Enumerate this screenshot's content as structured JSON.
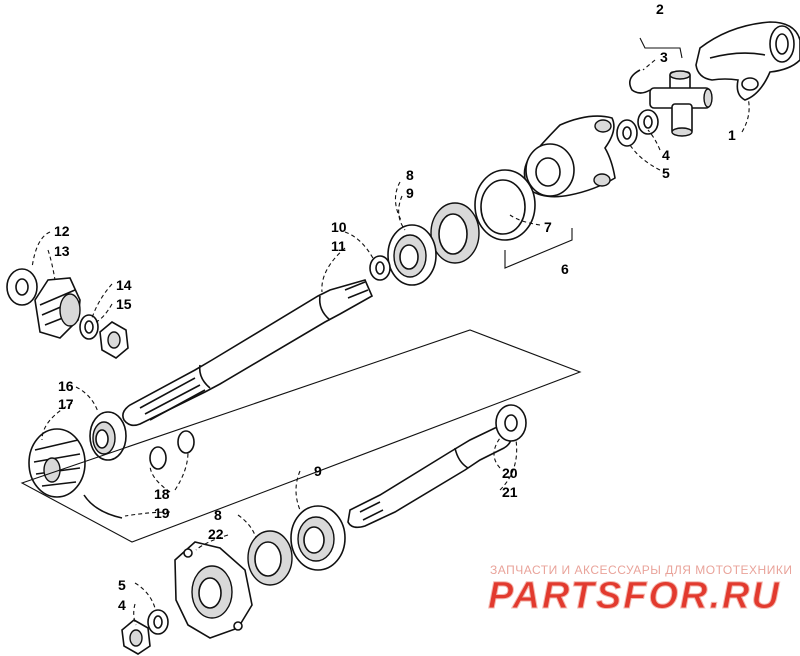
{
  "diagram": {
    "part_labels": [
      "1",
      "2",
      "3",
      "4",
      "5",
      "6",
      "7",
      "8",
      "9",
      "10",
      "11",
      "12",
      "13",
      "14",
      "15",
      "16",
      "17",
      "18",
      "19",
      "9",
      "8",
      "22",
      "20",
      "21",
      "5",
      "4"
    ]
  },
  "watermark": {
    "tagline": "ЗАПЧАСТИ И АКСЕССУАРЫ ДЛЯ МОТОТЕХНИКИ",
    "brand": "PARTSFOR.RU",
    "color_primary": "#e23a2e",
    "color_secondary": "#f3b8b0"
  }
}
